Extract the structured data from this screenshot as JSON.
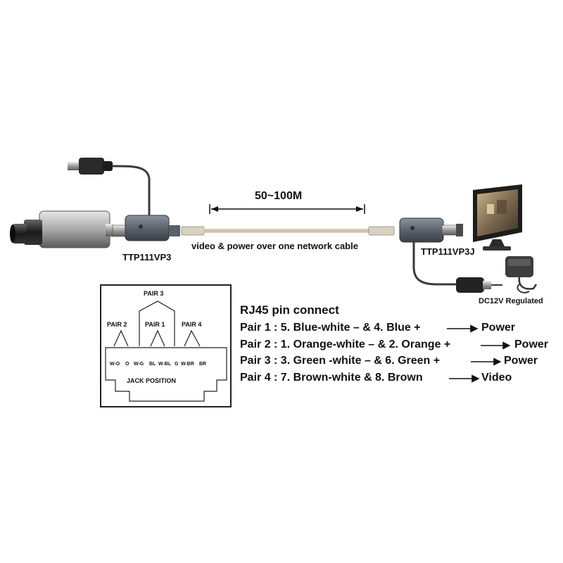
{
  "distance": "50~100M",
  "cable_label": "video & power over one network cable",
  "left_device": "TTP111VP3",
  "right_device": "TTP111VP3J",
  "power_adapter": "DC12V Regulated",
  "jack": {
    "pair3": "PAIR 3",
    "pair2": "PAIR 2",
    "pair1": "PAIR 1",
    "pair4": "PAIR 4",
    "pins": [
      "W-O",
      "O",
      "W-G",
      "BL",
      "W-BL",
      "G",
      "W-BR",
      "BR"
    ],
    "position": "JACK POSITION"
  },
  "pin_connect": {
    "title": "RJ45  pin  connect",
    "pairs": [
      "Pair 1 : 5. Blue-white –  &  4. Blue +",
      "Pair 2 : 1. Orange-white – &  2. Orange +",
      "Pair 3 : 3. Green -white – &  6. Green  +",
      "Pair 4 : 7. Brown-white  &  8. Brown"
    ],
    "targets": [
      "Power",
      "Power",
      "Power",
      "Video"
    ]
  }
}
